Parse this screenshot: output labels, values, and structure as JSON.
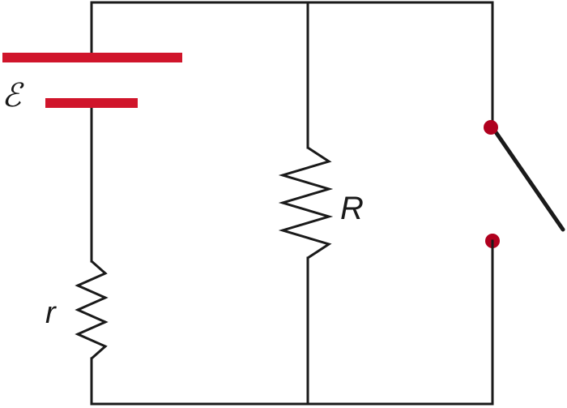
{
  "labels": {
    "emf": "ℰ",
    "internal_resistance": "r",
    "load_resistance": "R"
  },
  "colors": {
    "wire": "#1a1a1a",
    "battery_plate": "#d0152b",
    "switch_contact": "#b0001e"
  }
}
